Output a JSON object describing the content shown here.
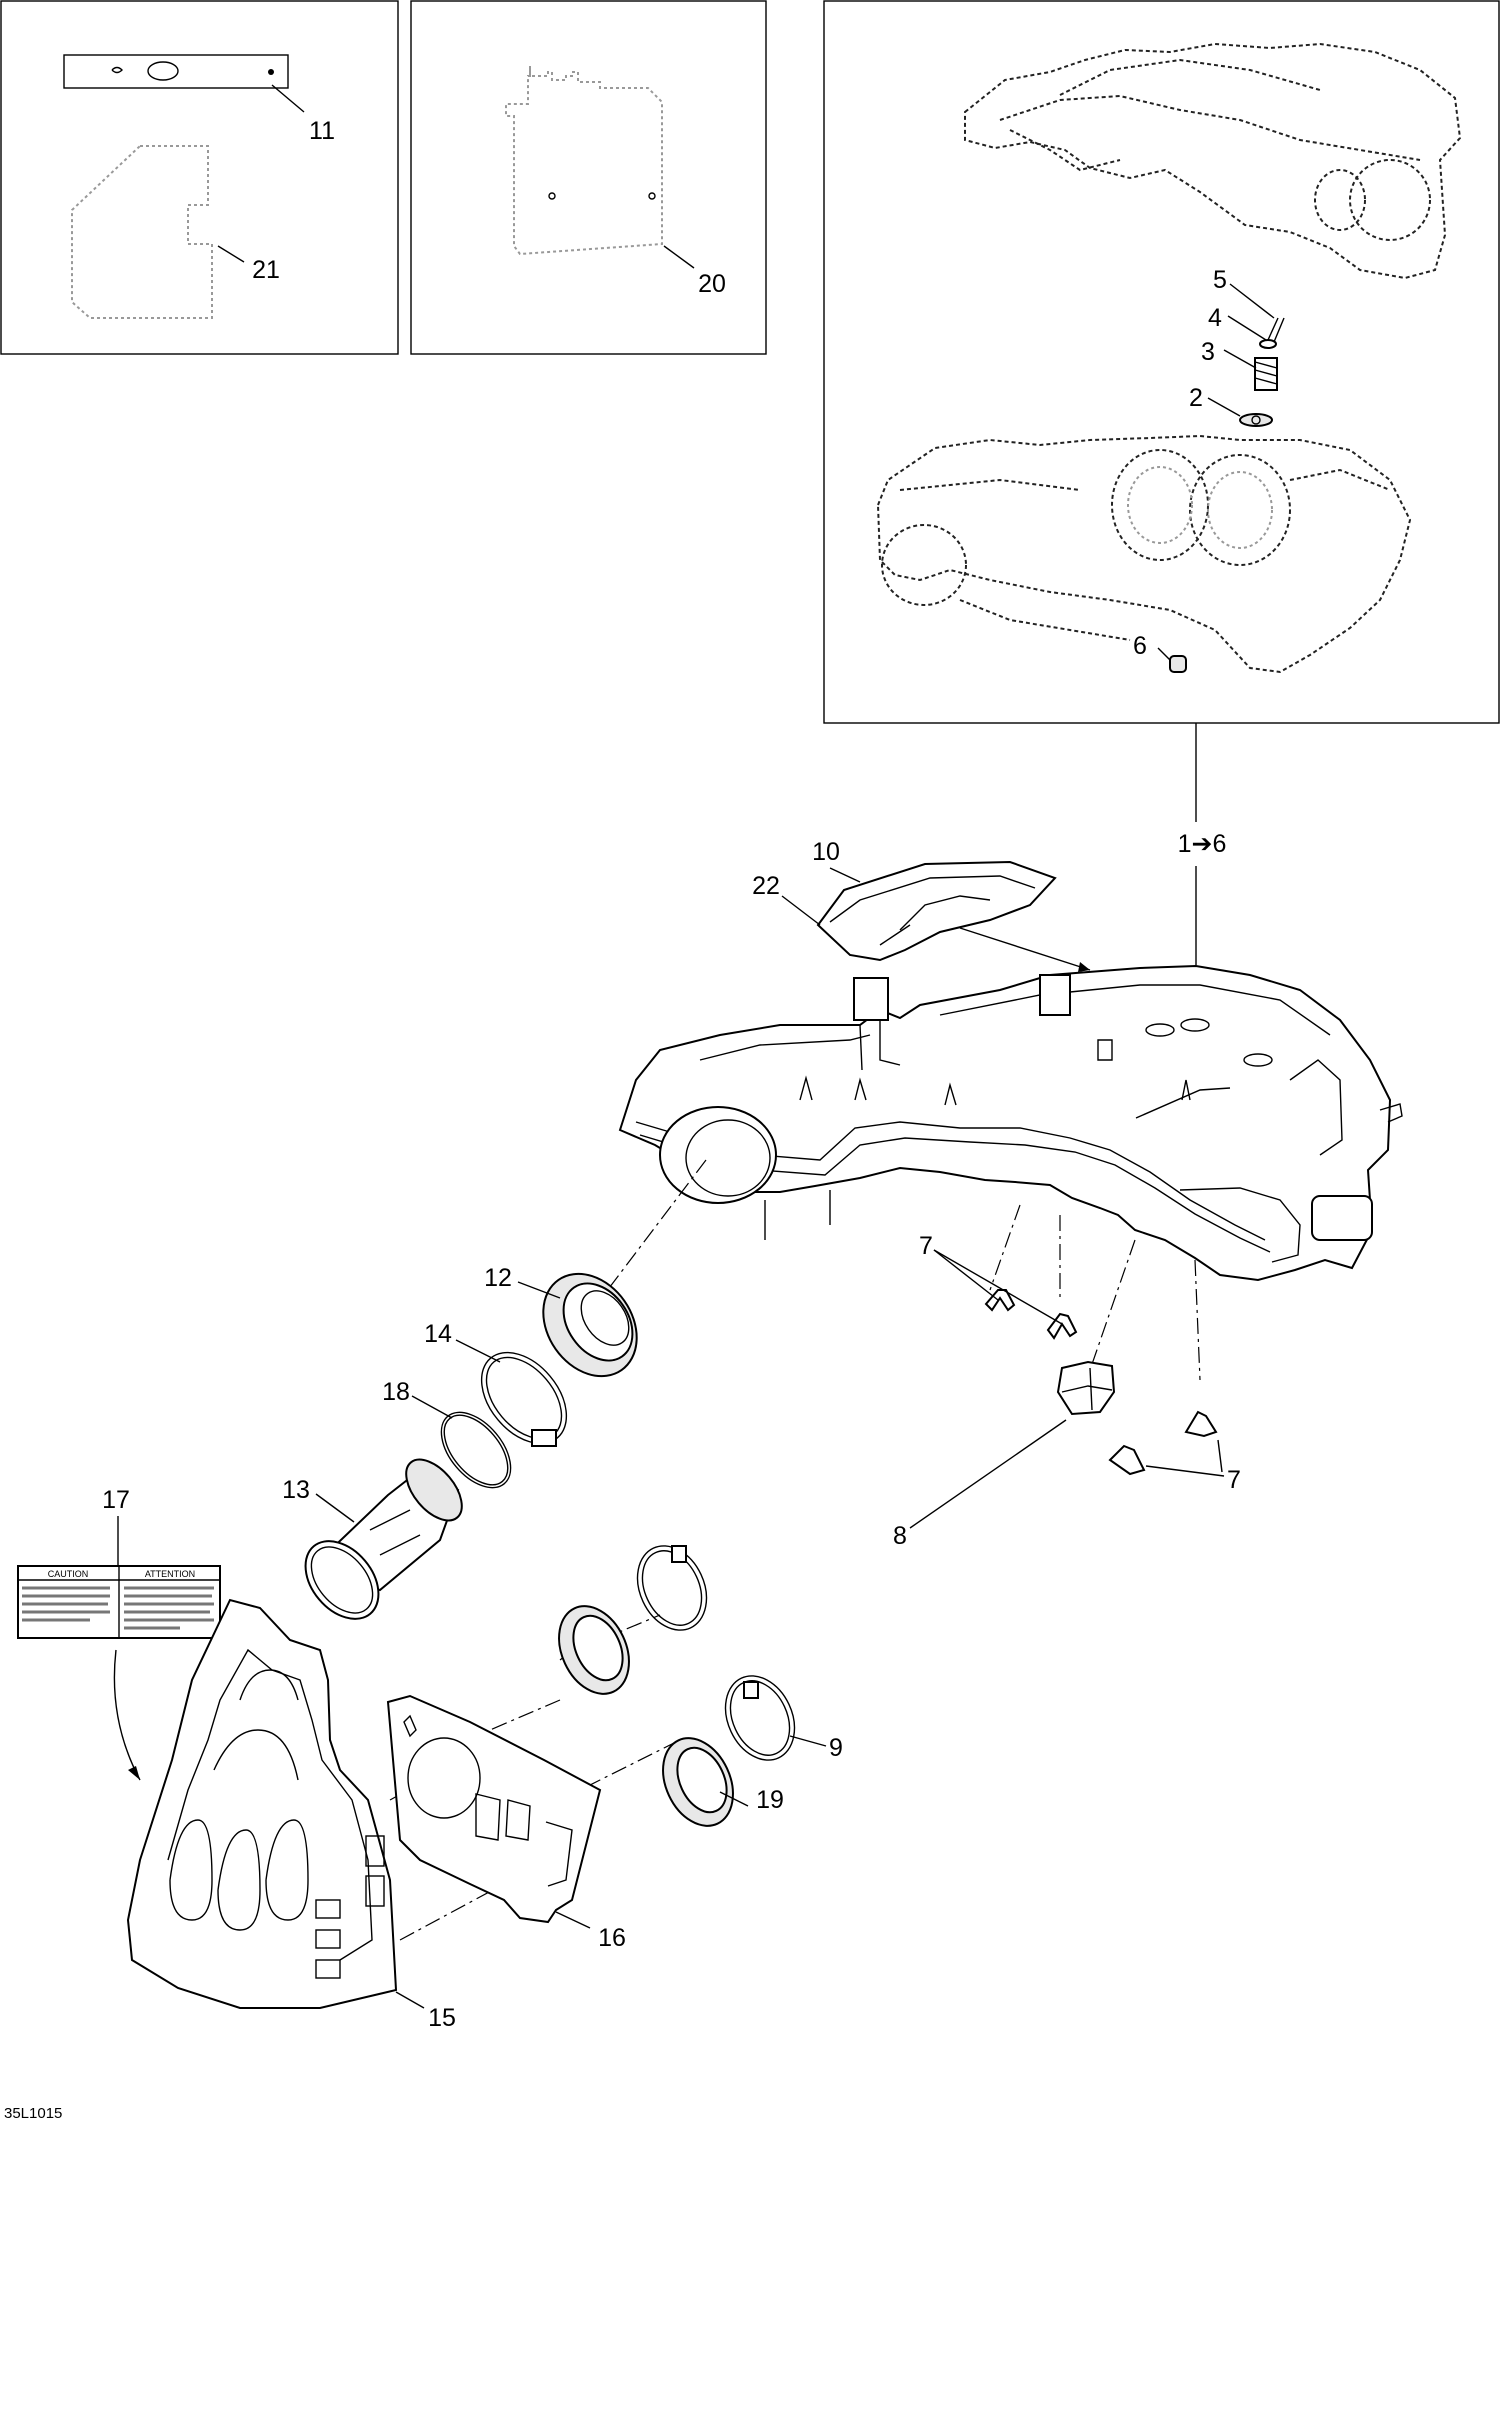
{
  "callouts": {
    "c1to6": "1➔6",
    "c2": "2",
    "c3": "3",
    "c4": "4",
    "c5": "5",
    "c6": "6",
    "c7a": "7",
    "c7b": "7",
    "c8": "8",
    "c9": "9",
    "c10": "10",
    "c11": "11",
    "c12": "12",
    "c13": "13",
    "c14": "14",
    "c15": "15",
    "c16": "16",
    "c17": "17",
    "c18": "18",
    "c19": "19",
    "c20": "20",
    "c21": "21",
    "c22": "22"
  },
  "label17": {
    "caution": "CAUTION",
    "attention": "ATTENTION"
  },
  "reference": "35L1015"
}
